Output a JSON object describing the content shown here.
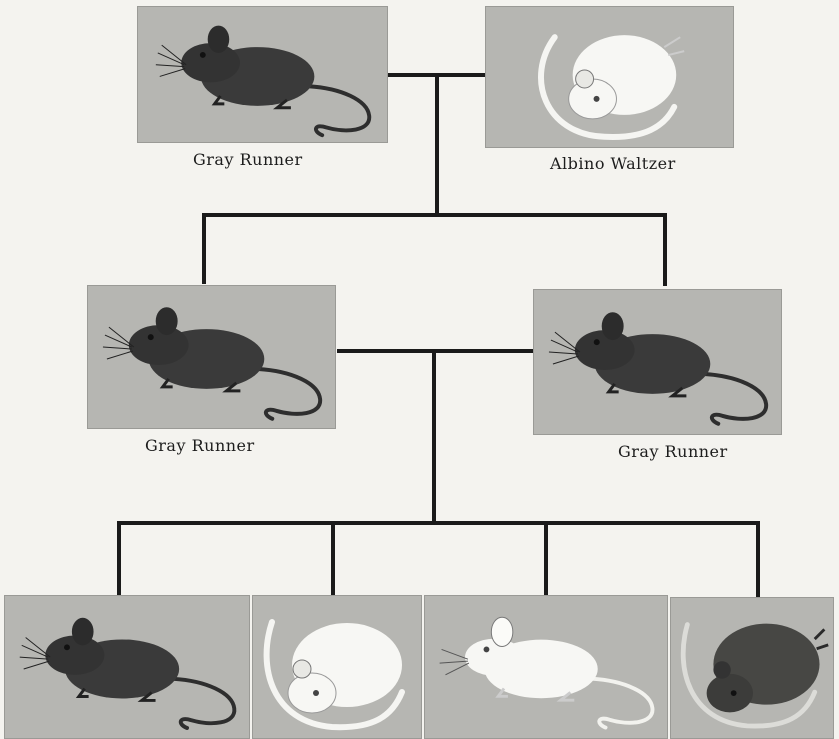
{
  "colors": {
    "paper": "#f4f3ef",
    "plate_background": "#b6b6b2",
    "gray_mouse": "#3a3a3a",
    "albino_mouse": "#f7f7f4",
    "connector": "#1a1a1a"
  },
  "generations": {
    "parents": [
      {
        "label": "Gray Runner",
        "mouse": "gray",
        "pose": "walking"
      },
      {
        "label": "Albino Waltzer",
        "mouse": "albino",
        "pose": "curled"
      }
    ],
    "first_generation": [
      {
        "label": "Gray Runner",
        "mouse": "gray",
        "pose": "walking"
      },
      {
        "label": "Gray Runner",
        "mouse": "gray",
        "pose": "walking"
      }
    ],
    "second_generation": [
      {
        "mouse": "gray",
        "pose": "walking"
      },
      {
        "mouse": "albino",
        "pose": "curled"
      },
      {
        "mouse": "albino",
        "pose": "walking"
      },
      {
        "mouse": "gray",
        "pose": "curled"
      }
    ]
  }
}
